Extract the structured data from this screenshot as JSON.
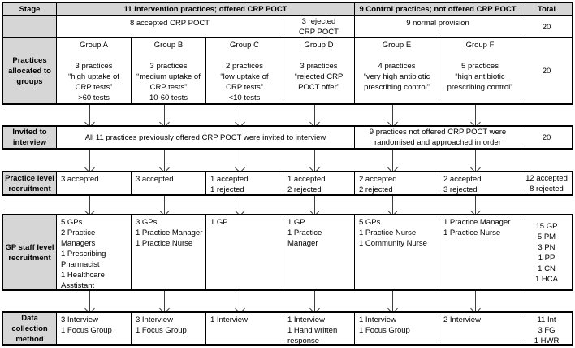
{
  "diagram": {
    "stage_header": "Stage",
    "columns": {
      "intervention_header": "11 Intervention practices; offered CRP POCT",
      "control_header": "9 Control practices; not offered CRP POCT",
      "total_header": "Total"
    },
    "allocation_row": {
      "accepted": "8 accepted CRP POCT",
      "rejected": "3 rejected\nCRP POCT",
      "normal": "9 normal provision",
      "total": "20"
    },
    "groups_row": {
      "stage_label": "Practices\nallocated to\ngroups",
      "groups": [
        {
          "name": "Group A",
          "detail": "3 practices\n“high uptake of\nCRP tests”\n>60 tests"
        },
        {
          "name": "Group B",
          "detail": "3 practices\n“medium uptake of\nCRP tests”\n10-60 tests"
        },
        {
          "name": "Group C",
          "detail": "2 practices\n“low uptake of\nCRP tests”\n<10 tests"
        },
        {
          "name": "Group D",
          "detail": "3 practices\n“rejected CRP\nPOCT offer”"
        },
        {
          "name": "Group E",
          "detail": "4 practices\n“very high antibiotic\nprescribing control”"
        },
        {
          "name": "Group F",
          "detail": "5 practices\n“high antibiotic\nprescribing control”"
        }
      ],
      "total": "20"
    },
    "invited_row": {
      "stage_label": "Invited to\ninterview",
      "intervention": "All 11 practices previously offered CRP POCT were invited to interview",
      "control": "9 practices not offered CRP POCT were\nrandomised and approached in order",
      "total": "20"
    },
    "practice_row": {
      "stage_label": "Practice level\nrecruitment",
      "cells": [
        "3 accepted",
        "3 accepted",
        "1 accepted\n1 rejected",
        "1 accepted\n2 rejected",
        "2 accepted\n2 rejected",
        "2 accepted\n3 rejected"
      ],
      "total": "12 accepted\n8 rejected"
    },
    "gp_staff_row": {
      "stage_label": "GP staff level\nrecruitment",
      "cells": [
        "5 GPs\n2 Practice Managers\n1 Prescribing\nPharmacist\n1 Healthcare\nAsstistant",
        "3 GPs\n1 Practice Manager\n1 Practice Nurse",
        "1 GP",
        "1 GP\n1 Practice Manager",
        "5 GPs\n1 Practice Nurse\n1 Community Nurse",
        "1 Practice Manager\n1 Practice Nurse"
      ],
      "total": "15 GP\n5 PM\n3 PN\n1 PP\n1 CN\n1 HCA"
    },
    "data_collection_row": {
      "stage_label": "Data\ncollection\nmethod",
      "cells": [
        "3 Interview\n1 Focus Group",
        "3 Interview\n1 Focus Group",
        "1 Interview",
        "1 Interview\n1 Hand written\nresponse",
        "1 Interview\n1 Focus Group",
        "2 Interview"
      ],
      "total": "11 Int\n3 FG\n1 HWR"
    },
    "colors": {
      "header_fill": "#d6d6d6",
      "border": "#000000",
      "arrow": "#3f3f3f"
    }
  }
}
